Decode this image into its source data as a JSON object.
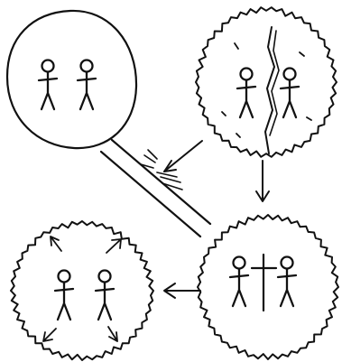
{
  "diagram": {
    "kind": "hand-drawn cycle",
    "ink_color": "#111111",
    "background": "#ffffff",
    "nodes": [
      {
        "id": "calm",
        "figures": 2,
        "border": "smooth",
        "marks": "none"
      },
      {
        "id": "split",
        "figures": 2,
        "border": "jagged",
        "marks": "crack-between-figures"
      },
      {
        "id": "separated",
        "figures": 2,
        "border": "jagged",
        "marks": "cross-between-figures"
      },
      {
        "id": "scattered",
        "figures": 2,
        "border": "jagged",
        "marks": "outward-arrows"
      }
    ],
    "edges": [
      {
        "from": "split",
        "to": "calm",
        "style": "arrow-to-double-line-barrier"
      },
      {
        "from": "split",
        "to": "separated",
        "style": "arrow"
      },
      {
        "from": "separated",
        "to": "scattered",
        "style": "arrow"
      },
      {
        "from": "calm",
        "to": "separated",
        "style": "double-line"
      }
    ],
    "icons": [
      "stick-figure-icon",
      "arrow-icon",
      "crack-icon",
      "cross-icon",
      "impact-burst-icon"
    ]
  }
}
